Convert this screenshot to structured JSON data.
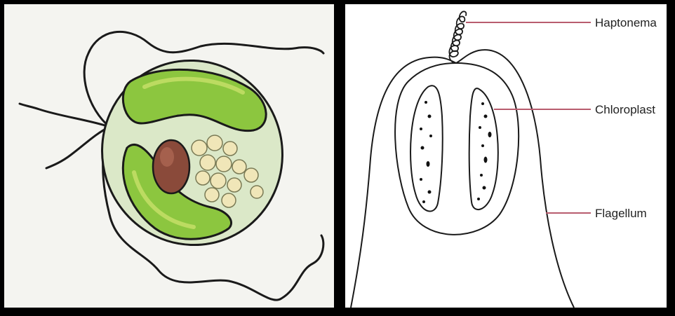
{
  "diagram": {
    "labels": {
      "haptonema": "Haptonema",
      "chloroplast": "Chloroplast",
      "flagellum": "Flagellum"
    },
    "colors": {
      "leader_line": "#b85c6e",
      "chloroplast_green": "#8cc63f",
      "chloroplast_light": "#c8e06a",
      "nucleus": "#8a4a3a",
      "granule": "#f0e6b8",
      "cell_interior": "#dbe8c8",
      "outline": "#1a1a1a"
    }
  }
}
